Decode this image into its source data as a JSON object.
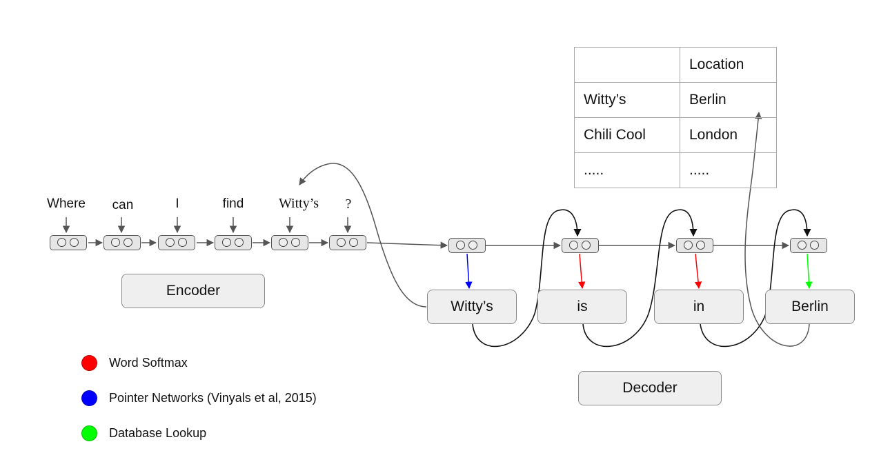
{
  "encoder": {
    "words": [
      "Where",
      "can",
      "I",
      "find",
      "Witty’s",
      "?"
    ],
    "label": "Encoder"
  },
  "decoder": {
    "outputs": [
      "Witty’s",
      "is",
      "in",
      "Berlin"
    ],
    "label": "Decoder"
  },
  "database": {
    "rows": [
      [
        "",
        "Location"
      ],
      [
        "Witty’s",
        "Berlin"
      ],
      [
        "Chili Cool",
        "London"
      ],
      [
        ".....",
        "....."
      ]
    ]
  },
  "legend": [
    {
      "label": "Word Softmax",
      "color": "#ff0000"
    },
    {
      "label": "Pointer Networks (Vinyals et al, 2015)",
      "color": "#0000ff"
    },
    {
      "label": "Database Lookup",
      "color": "#00ff00"
    }
  ],
  "colors": {
    "softmax": "#ff0000",
    "pointer": "#0000ff",
    "lookup": "#00ff00",
    "arrow": "#555555",
    "feedback": "#111111"
  }
}
